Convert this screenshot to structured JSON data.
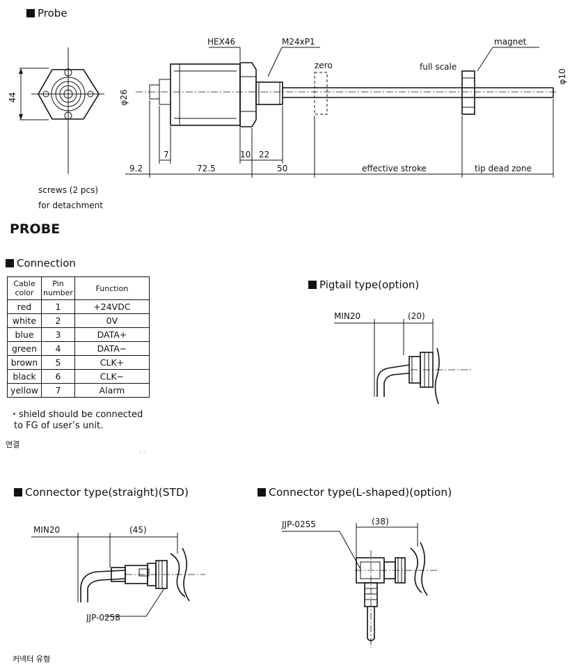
{
  "probe": {
    "header": "Probe",
    "labels": {
      "hex": "HEX46",
      "thread": "M24xP1",
      "magnet": "magnet",
      "zero": "zero",
      "full_scale": "full scale",
      "dia26": "φ26",
      "dia10": "φ10",
      "d44": "44",
      "d7": "7",
      "d10": "10",
      "d22": "22",
      "d92": "9.2",
      "d725": "72.5",
      "d50": "50",
      "effective": "effective stroke",
      "tipdead": "tip dead zone"
    },
    "screws_line1": "screws (2 pcs)",
    "screws_line2": "for detachment"
  },
  "probe_title": "PROBE",
  "connection": {
    "header": "Connection",
    "columns": [
      "Cable color",
      "Pin number",
      "Function"
    ],
    "rows": [
      [
        "red",
        "1",
        "+24VDC"
      ],
      [
        "white",
        "2",
        "0V"
      ],
      [
        "blue",
        "3",
        "DATA+"
      ],
      [
        "green",
        "4",
        "DATA−"
      ],
      [
        "brown",
        "5",
        "CLK+"
      ],
      [
        "black",
        "6",
        "CLK−"
      ],
      [
        "yellow",
        "7",
        "Alarm"
      ]
    ],
    "note_line1": "・shield should be connected",
    "note_line2": "to FG of user’s unit.",
    "korean": "연결"
  },
  "pigtail": {
    "header": "Pigtail type(option)",
    "min": "MIN20",
    "dim": "(20)"
  },
  "straight": {
    "header": "Connector type(straight)(STD)",
    "min": "MIN20",
    "dim": "(45)",
    "part": "JJP-0258"
  },
  "lshaped": {
    "header": "Connector type(L-shaped)(option)",
    "part": "JJP-0255",
    "dim": "(38)"
  },
  "footer_korean": "커넥터 유형"
}
